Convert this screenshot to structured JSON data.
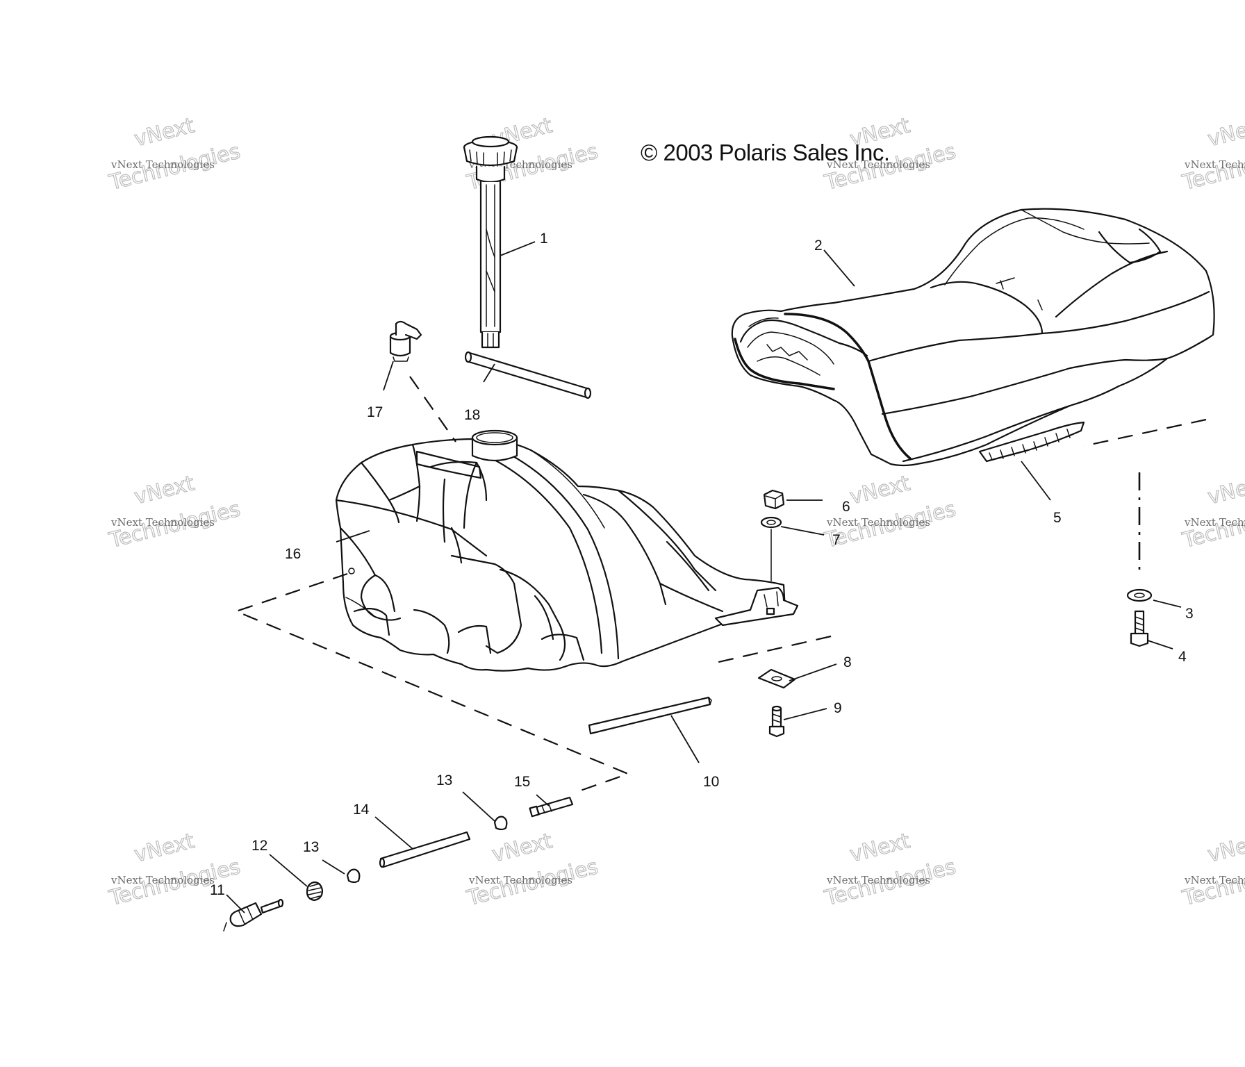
{
  "copyright": "© 2003 Polaris Sales Inc.",
  "watermark": {
    "name": "vNext",
    "full": "vNext Technologies",
    "word": "Technologies"
  },
  "callouts": {
    "c1": "1",
    "c2": "2",
    "c3": "3",
    "c4": "4",
    "c5": "5",
    "c6": "6",
    "c7": "7",
    "c8": "8",
    "c9": "9",
    "c10": "10",
    "c11": "11",
    "c12": "12",
    "c13a": "13",
    "c13b": "13",
    "c14": "14",
    "c15": "15",
    "c16": "16",
    "c17": "17",
    "c18": "18"
  }
}
